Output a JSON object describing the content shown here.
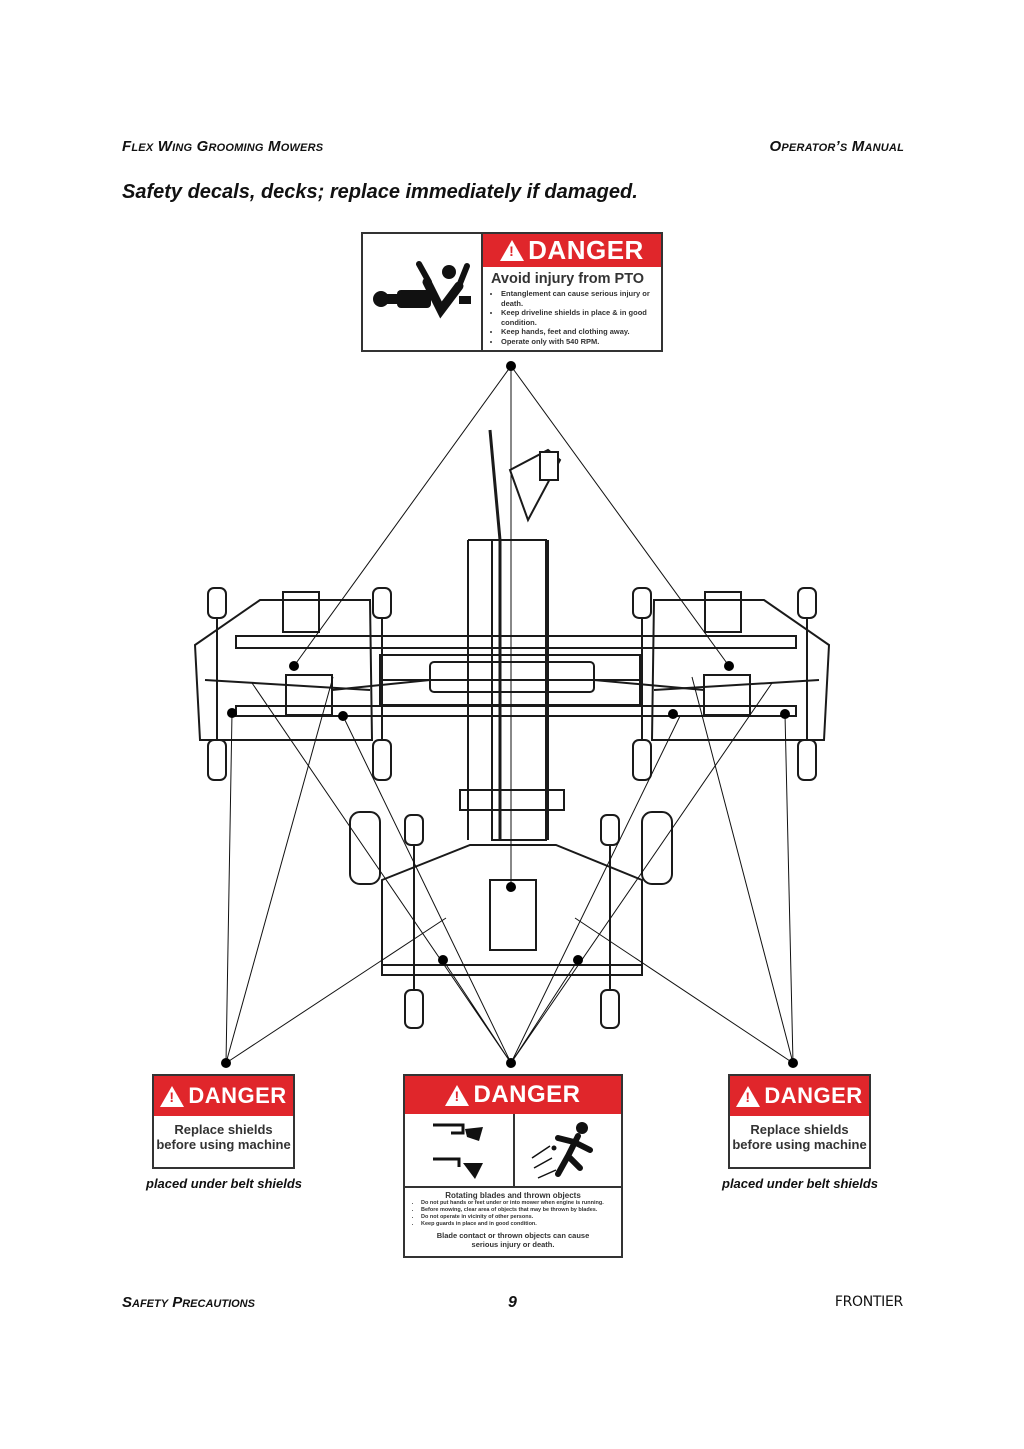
{
  "header": {
    "left": "Flex Wing Grooming Mowers",
    "right": "Operator’s Manual"
  },
  "title": "Safety decals, decks; replace immediately if damaged.",
  "decals": {
    "pto": {
      "signal_word": "DANGER",
      "heading": "Avoid injury from PTO",
      "bullets": [
        "Entanglement can cause serious injury or death.",
        "Keep driveline shields in place & in good condition.",
        "Keep hands, feet and clothing away.",
        "Operate only with 540 RPM."
      ],
      "icon": "pto-entanglement-icon"
    },
    "left_shield": {
      "signal_word": "DANGER",
      "message": "Replace shields before using machine",
      "caption": "placed under belt shields"
    },
    "center_blade": {
      "signal_word": "DANGER",
      "heading": "Rotating blades and thrown objects",
      "bullets": [
        "Do not put hands or feet under or into mower when engine is running.",
        "Before mowing, clear area of objects that may be thrown by blades.",
        "Do not operate in vicinity of other persons.",
        "Keep guards in place and in good condition."
      ],
      "footer": "Blade contact or thrown objects can cause serious injury or death.",
      "icons": [
        "blade-hand-icon",
        "blade-foot-icon",
        "thrown-object-icon"
      ]
    },
    "right_shield": {
      "signal_word": "DANGER",
      "message": "Replace shields before using machine",
      "caption": "placed under belt shields"
    }
  },
  "footer": {
    "left": "Safety Precautions",
    "page": "9",
    "right": "FRONTIER"
  },
  "colors": {
    "danger_red": "#e0262b",
    "frame": "#1a1a1a"
  }
}
